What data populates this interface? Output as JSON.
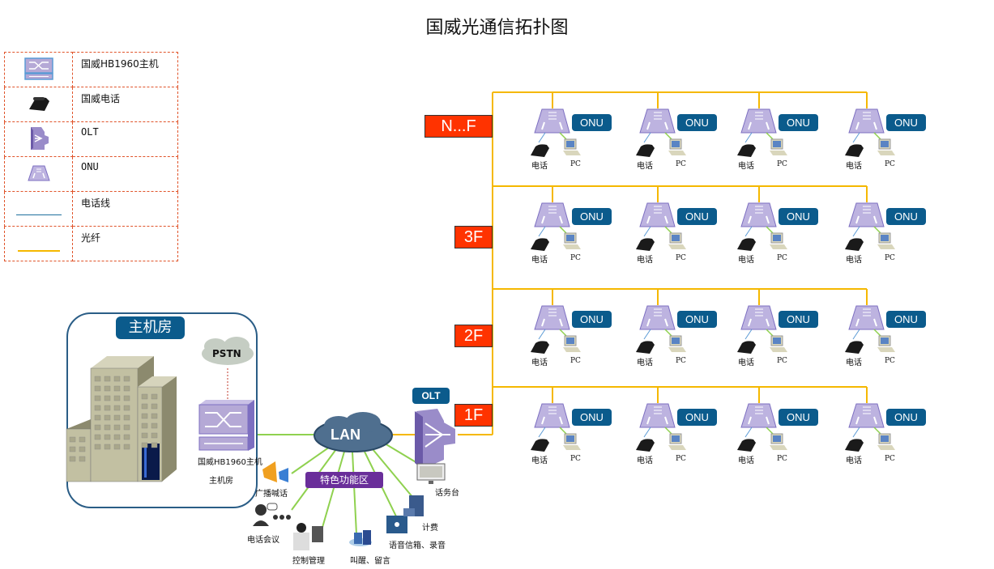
{
  "title": "国威光通信拓扑图",
  "legend": [
    {
      "icon": "pbx-switch-icon",
      "label": "国威HB1960主机"
    },
    {
      "icon": "phone-icon",
      "label": "国威电话"
    },
    {
      "icon": "olt-icon",
      "label": "OLT"
    },
    {
      "icon": "onu-icon",
      "label": "ONU"
    },
    {
      "icon": "phone-line-icon",
      "label": "电话线",
      "color": "#1f6f9e"
    },
    {
      "icon": "fiber-line-icon",
      "label": "光纤",
      "color": "#f5b800"
    }
  ],
  "floors": [
    {
      "label": "N...F"
    },
    {
      "label": "3F"
    },
    {
      "label": "2F"
    },
    {
      "label": "1F"
    }
  ],
  "onu": {
    "tag": "ONU",
    "phone_label": "电话",
    "pc_label": "PC",
    "per_floor": 4
  },
  "server_room": {
    "title": "主机房",
    "pstn": "PSTN",
    "host_label": "国威HB1960主机",
    "room_label": "主机房"
  },
  "lan": {
    "label": "LAN"
  },
  "olt": {
    "tag": "OLT"
  },
  "feature_zone": {
    "title": "特色功能区",
    "items": [
      {
        "icon": "broadcast-icon",
        "label": "广播喊话"
      },
      {
        "icon": "conference-icon",
        "label": "电话会议"
      },
      {
        "icon": "operator-icon",
        "label": "控制管理"
      },
      {
        "icon": "wakeup-icon",
        "label": "叫醒、留言"
      },
      {
        "icon": "voicemail-icon",
        "label": "语音信箱、录音"
      },
      {
        "icon": "billing-icon",
        "label": "计费"
      },
      {
        "icon": "console-icon",
        "label": "话务台"
      }
    ]
  },
  "colors": {
    "fiber": "#f5b800",
    "phone_line": "#1f6f9e",
    "lan_line": "#8fd14f",
    "floor_badge": "#ff3300",
    "tag": "#0b5b8c",
    "feature": "#6a2e9a"
  }
}
